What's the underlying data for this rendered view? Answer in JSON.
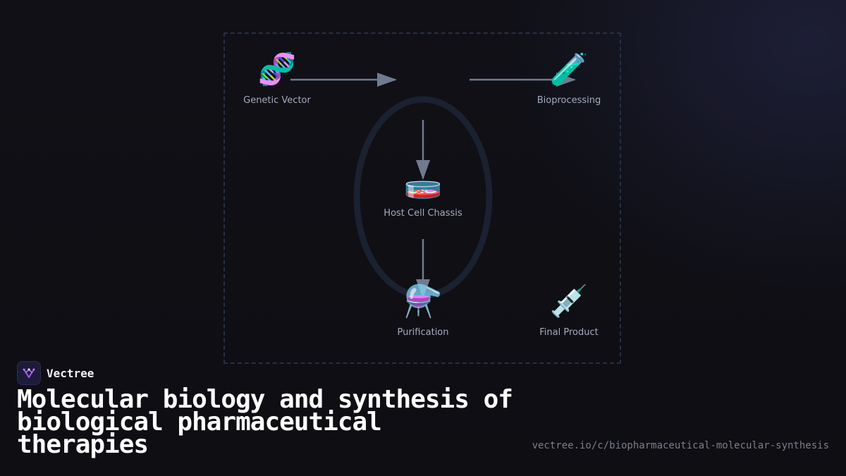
{
  "diagram": {
    "nodes": {
      "genetic_vector": {
        "label": "Genetic Vector",
        "icon": "🧬",
        "icon_name": "dna-icon"
      },
      "bioprocessing": {
        "label": "Bioprocessing",
        "icon": "🧪",
        "icon_name": "test-tube-icon"
      },
      "host_cell": {
        "label": "Host Cell Chassis",
        "icon": "🧫",
        "icon_name": "petri-dish-icon"
      },
      "purification": {
        "label": "Purification",
        "icon": "⚗️",
        "icon_name": "alembic-icon"
      },
      "final_product": {
        "label": "Final Product",
        "icon": "💉",
        "icon_name": "syringe-icon"
      }
    },
    "colors": {
      "arrow": "#6f7b8f",
      "cycle_ring": "#1a2130",
      "frame_border": "#263045"
    }
  },
  "brand": {
    "name": "Vectree",
    "accent": "#a855f7"
  },
  "headline": "Molecular biology and synthesis of biological pharmaceutical therapies",
  "url": "vectree.io/c/biopharmaceutical-molecular-synthesis"
}
